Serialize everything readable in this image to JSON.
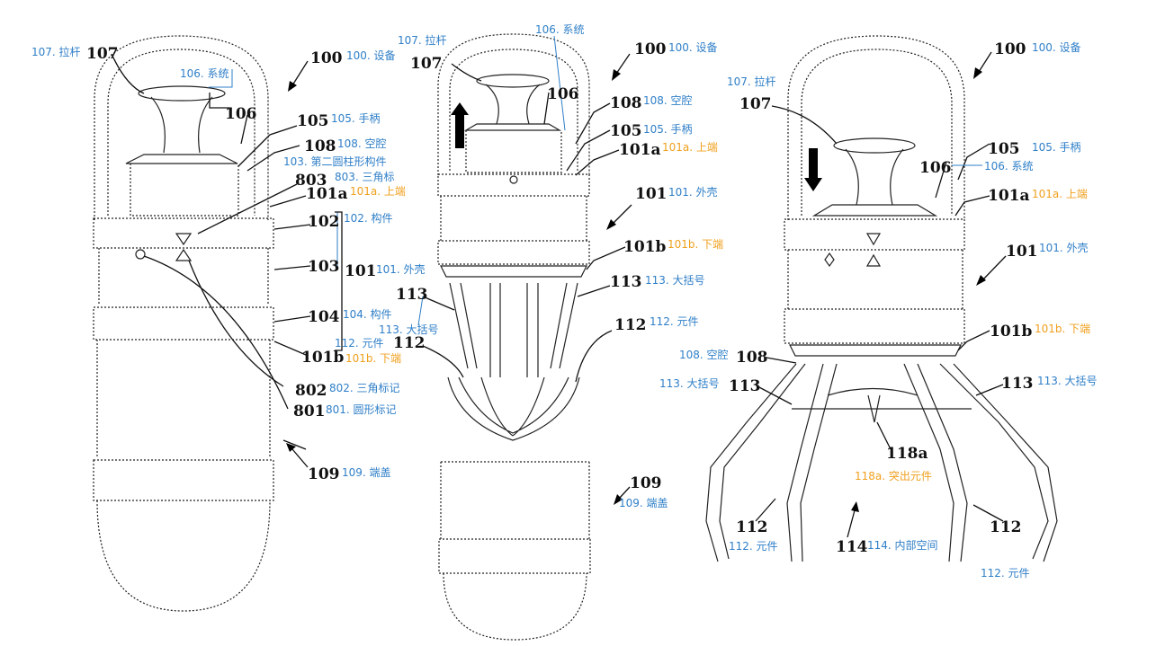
{
  "figures": [
    {
      "id": "left",
      "labels": [
        {
          "num": "107",
          "cap": "107. 拉杆",
          "cap_color": "blue"
        },
        {
          "num": "100",
          "cap": "100. 设备",
          "cap_color": "blue"
        },
        {
          "num": "",
          "cap": "106. 系统",
          "cap_color": "blue"
        },
        {
          "num": "106",
          "cap": "",
          "cap_color": "blue"
        },
        {
          "num": "105",
          "cap": "105. 手柄",
          "cap_color": "blue"
        },
        {
          "num": "108",
          "cap": "108. 空腔",
          "cap_color": "blue"
        },
        {
          "num": "",
          "cap": "103. 第二圆柱形构件",
          "cap_color": "blue"
        },
        {
          "num": "803",
          "cap": "803. 三角标",
          "cap_color": "blue"
        },
        {
          "num": "101a",
          "cap": "101a. 上端",
          "cap_color": "orange"
        },
        {
          "num": "102",
          "cap": "102. 构件",
          "cap_color": "blue"
        },
        {
          "num": "103",
          "cap": "",
          "cap_color": "blue"
        },
        {
          "num": "101",
          "cap": "101. 外壳",
          "cap_color": "blue"
        },
        {
          "num": "104",
          "cap": "104. 构件",
          "cap_color": "blue"
        },
        {
          "num": "",
          "cap": "112. 元件",
          "cap_color": "blue"
        },
        {
          "num": "101b",
          "cap": "101b. 下端",
          "cap_color": "orange"
        },
        {
          "num": "802",
          "cap": "802. 三角标记",
          "cap_color": "blue"
        },
        {
          "num": "801",
          "cap": "801. 圆形标记",
          "cap_color": "blue"
        },
        {
          "num": "109",
          "cap": "109. 端盖",
          "cap_color": "blue"
        }
      ]
    },
    {
      "id": "middle",
      "labels": [
        {
          "num": "",
          "cap": "107. 拉杆",
          "cap_color": "blue"
        },
        {
          "num": "107",
          "cap": "",
          "cap_color": "blue"
        },
        {
          "num": "",
          "cap": "106. 系统",
          "cap_color": "blue"
        },
        {
          "num": "106",
          "cap": "",
          "cap_color": "blue"
        },
        {
          "num": "100",
          "cap": "100. 设备",
          "cap_color": "blue"
        },
        {
          "num": "108",
          "cap": "108. 空腔",
          "cap_color": "blue"
        },
        {
          "num": "105",
          "cap": "105. 手柄",
          "cap_color": "blue"
        },
        {
          "num": "101a",
          "cap": "101a. 上端",
          "cap_color": "orange"
        },
        {
          "num": "101",
          "cap": "101. 外壳",
          "cap_color": "blue"
        },
        {
          "num": "101b",
          "cap": "101b. 下端",
          "cap_color": "orange"
        },
        {
          "num": "113",
          "cap": "113. 大括号",
          "cap_color": "blue"
        },
        {
          "num": "113",
          "cap": "113. 大括号",
          "cap_color": "blue"
        },
        {
          "num": "112",
          "cap": "112. 元件",
          "cap_color": "blue"
        },
        {
          "num": "112",
          "cap": "",
          "cap_color": "blue"
        },
        {
          "num": "109",
          "cap": "109. 端盖",
          "cap_color": "blue"
        }
      ]
    },
    {
      "id": "right",
      "labels": [
        {
          "num": "100",
          "cap": "100. 设备",
          "cap_color": "blue"
        },
        {
          "num": "",
          "cap": "107. 拉杆",
          "cap_color": "blue"
        },
        {
          "num": "107",
          "cap": "",
          "cap_color": "blue"
        },
        {
          "num": "105",
          "cap": "105. 手柄",
          "cap_color": "blue"
        },
        {
          "num": "106",
          "cap": "106. 系统",
          "cap_color": "blue"
        },
        {
          "num": "101a",
          "cap": "101a. 上端",
          "cap_color": "orange"
        },
        {
          "num": "101",
          "cap": "101. 外壳",
          "cap_color": "blue"
        },
        {
          "num": "101b",
          "cap": "101b. 下端",
          "cap_color": "orange"
        },
        {
          "num": "108",
          "cap": "108. 空腔",
          "cap_color": "blue"
        },
        {
          "num": "113",
          "cap": "113. 大括号",
          "cap_color": "blue"
        },
        {
          "num": "113",
          "cap": "113. 大括号",
          "cap_color": "blue"
        },
        {
          "num": "118a",
          "cap": "",
          "cap_color": "blue"
        },
        {
          "num": "",
          "cap": "118a. 突出元件",
          "cap_color": "orange"
        },
        {
          "num": "112",
          "cap": "112. 元件",
          "cap_color": "blue"
        },
        {
          "num": "114",
          "cap": "114. 内部空间",
          "cap_color": "blue"
        },
        {
          "num": "112",
          "cap": "112. 元件",
          "cap_color": "blue"
        }
      ]
    }
  ],
  "colors": {
    "caption_blue": "#2f7fc8",
    "caption_orange": "#f0a01e",
    "line": "#222222"
  }
}
